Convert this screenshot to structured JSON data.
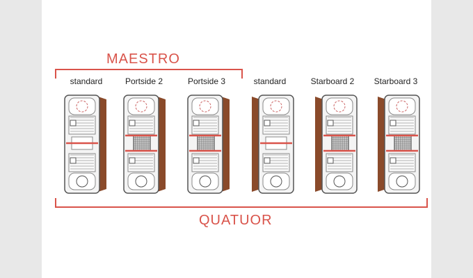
{
  "groups": {
    "maestro": "MAESTRO",
    "quatuor": "QUATUOR"
  },
  "layouts": [
    {
      "label": "standard",
      "wood": "right",
      "mesh": false
    },
    {
      "label": "Portside 2",
      "wood": "right",
      "mesh": true
    },
    {
      "label": "Portside 3",
      "wood": "right",
      "mesh": true
    },
    {
      "label": "standard",
      "wood": "left",
      "mesh": false
    },
    {
      "label": "Starboard 2",
      "wood": "left",
      "mesh": true
    },
    {
      "label": "Starboard 3",
      "wood": "left",
      "mesh": true
    }
  ],
  "colors": {
    "accent": "#d9534a",
    "wood": "#8a4a2a",
    "hull": "#f4f4f4",
    "line": "#555555"
  }
}
